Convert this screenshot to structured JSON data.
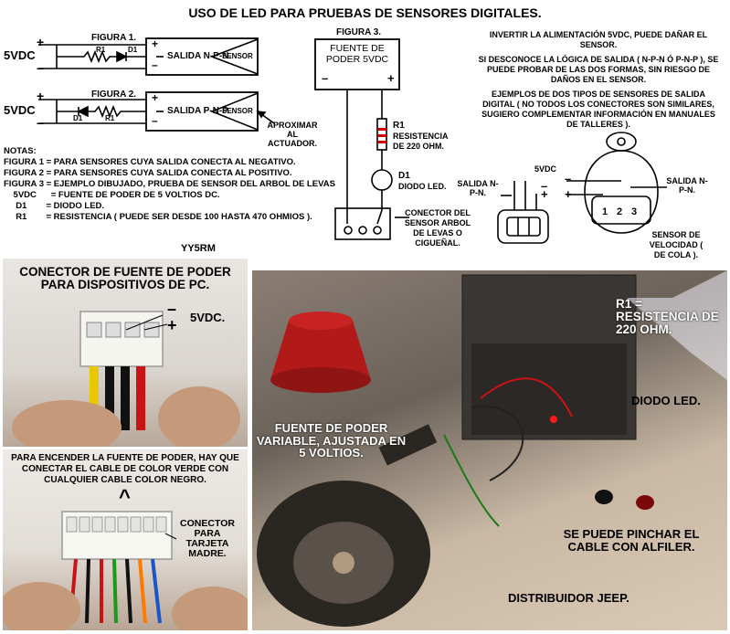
{
  "title": "USO DE LED PARA PRUEBAS DE SENSORES DIGITALES.",
  "fig1": {
    "label": "FIGURA 1.",
    "voltage": "5VDC",
    "r1": "R1",
    "d1": "D1",
    "box": "SALIDA N-P-N.",
    "sensor": "SENSOR"
  },
  "fig2": {
    "label": "FIGURA 2.",
    "voltage": "5VDC",
    "r1": "R1",
    "d1": "D1",
    "box": "SALIDA P-N-P.",
    "sensor": "SENSOR",
    "approach": "APROXIMAR AL ACTUADOR."
  },
  "fig3": {
    "label": "FIGURA 3.",
    "supply": "FUENTE DE PODER 5VDC",
    "minus": "–",
    "plus": "+",
    "r1": "R1",
    "resist": "RESISTENCIA DE 220 OHM.",
    "d1": "D1",
    "led": "DIODO LED.",
    "connector": "CONECTOR DEL SENSOR ARBOL DE LEVAS O CIGUEÑAL."
  },
  "notes": {
    "heading": "NOTAS:",
    "lines": [
      "FIGURA 1 = PARA SENSORES CUYA SALIDA CONECTA AL NEGATIVO.",
      "FIGURA 2 = PARA SENSORES CUYA SALIDA CONECTA AL POSITIVO.",
      "FIGURA 3 = EJEMPLO DIBUJADO, PRUEBA DE SENSOR DEL ARBOL DE LEVAS",
      "    5VDC      = FUENTE DE PODER DE 5 VOLTIOS DC.",
      "     D1        = DIODO LED.",
      "     R1        = RESISTENCIA ( PUEDE SER DESDE 100 HASTA 470 OHMIOS )."
    ]
  },
  "right": {
    "p1": "INVERTIR LA ALIMENTACIÓN 5VDC, PUEDE DAÑAR EL SENSOR.",
    "p2": "SI DESCONOCE LA LÓGICA DE SALIDA ( N-P-N Ó P-N-P ), SE PUEDE PROBAR DE LAS DOS FORMAS, SIN RIESGO DE DAÑOS EN EL SENSOR.",
    "p3": "EJEMPLOS DE DOS TIPOS DE SENSORES DE SALIDA DIGITAL ( NO TODOS LOS CONECTORES SON SIMILARES, SUGIERO COMPLEMENTAR INFORMACIÓN EN MANUALES DE TALLERES ).",
    "salida_npn_left": "SALIDA N-P-N.",
    "v5": "5VDC",
    "salida_npn_right": "SALIDA N-P-N.",
    "pins": [
      "1",
      "2",
      "3"
    ],
    "speed_sensor": "SENSOR DE VELOCIDAD ( DE COLA )."
  },
  "author": "YY5RM",
  "photo1": {
    "caption": "CONECTOR DE FUENTE DE PODER PARA DISPOSITIVOS DE PC.",
    "v": "5VDC.",
    "minus": "–",
    "plus": "+"
  },
  "photo2": {
    "caption": "PARA ENCENDER LA FUENTE DE PODER, HAY QUE CONECTAR EL CABLE DE COLOR VERDE CON CUALQUIER CABLE COLOR NEGRO.",
    "arrow": "^",
    "connector": "CONECTOR PARA TARJETA MADRE."
  },
  "photo3": {
    "r1": "R1 = RESISTENCIA DE 220 OHM.",
    "led": "DIODO LED.",
    "supply": "FUENTE DE PODER VARIABLE, AJUSTADA EN 5 VOLTIOS.",
    "pin": "SE PUEDE PINCHAR EL CABLE CON ALFILER.",
    "dist": "DISTRIBUIDOR JEEP."
  }
}
